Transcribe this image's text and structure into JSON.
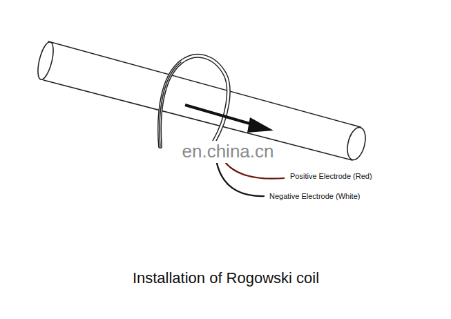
{
  "diagram": {
    "caption": "Installation of Rogowski coil",
    "labels": [
      "en.china.cn",
      "Positive Electrode (Red)",
      "Negative Electrode (White)"
    ]
  }
}
